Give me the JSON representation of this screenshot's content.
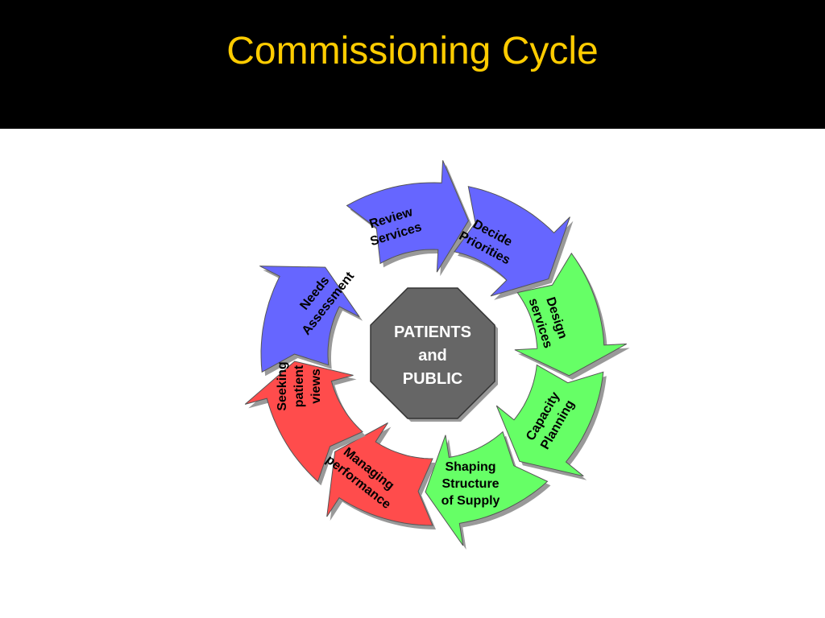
{
  "title": "Commissioning Cycle",
  "center": {
    "lines": [
      "PATIENTS",
      "and",
      "PUBLIC"
    ]
  },
  "colors": {
    "title": "#FFCC00",
    "banner": "#000000",
    "blue": "#6666FF",
    "green": "#66FF66",
    "red": "#FF4C4C",
    "octagon": "#666666",
    "center_text": "#FFFFFF"
  },
  "stages": [
    {
      "id": "review",
      "color": "blue",
      "lines": [
        "Review",
        "Services"
      ]
    },
    {
      "id": "decide",
      "color": "blue",
      "lines": [
        "Decide",
        "Priorities"
      ]
    },
    {
      "id": "design",
      "color": "green",
      "lines": [
        "Design",
        "services"
      ]
    },
    {
      "id": "capacity",
      "color": "green",
      "lines": [
        "Capacity",
        "Planning"
      ]
    },
    {
      "id": "shaping",
      "color": "green",
      "lines": [
        "Shaping",
        "Structure",
        "of Supply"
      ]
    },
    {
      "id": "managing",
      "color": "red",
      "lines": [
        "Managing",
        "performance"
      ]
    },
    {
      "id": "seeking",
      "color": "red",
      "lines": [
        "Seeking",
        "patient",
        "views"
      ]
    },
    {
      "id": "needs",
      "color": "blue",
      "lines": [
        "Needs",
        "Assessment"
      ]
    }
  ]
}
